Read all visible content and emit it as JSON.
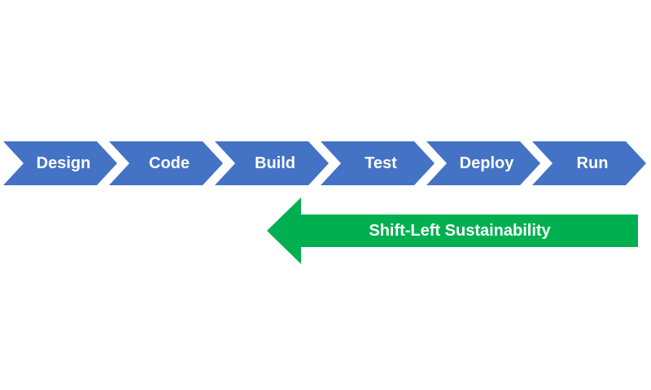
{
  "stages": [
    {
      "label": "Design"
    },
    {
      "label": "Code"
    },
    {
      "label": "Build"
    },
    {
      "label": "Test"
    },
    {
      "label": "Deploy"
    },
    {
      "label": "Run"
    }
  ],
  "shift_arrow": {
    "label": "Shift-Left Sustainability"
  },
  "colors": {
    "stage": "#4472C4",
    "arrow": "#00B050",
    "text": "#FFFFFF"
  }
}
